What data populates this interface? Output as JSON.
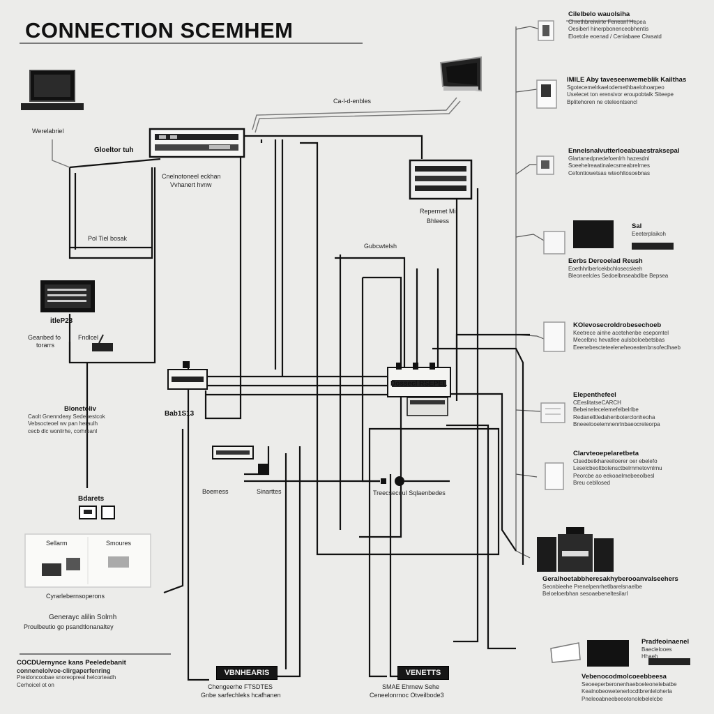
{
  "title": "CONNECTION SCEMHEM",
  "labels": {
    "top_cable": "Ca-l-d-enbles",
    "laptop_caption": "Werelabriel",
    "rack_tag": "Gloeltor tuh",
    "rack_caption_1": "Cnelnotoneel eckhan",
    "rack_caption_2": "Vvhanert hvnw",
    "left_bus_tag": "Pol Tiel bosak",
    "panel_caption": "Repermet Mi",
    "panel_caption_2": "Bhleess",
    "mid_tag": "Gubcwtelsh",
    "monitor_tag": "itleP23",
    "small_dev_left": "Geanbed fo",
    "small_dev_left_2": "torarrs",
    "small_dev_right": "Fndlcel",
    "switch_tag": "Bab1S13",
    "switch_right_label": "Dossecl RSEPEL",
    "center_block_1": "Boemess",
    "center_block_2": "Sinarttes",
    "cable_right_mid": "Treecsecoul Sqlaenbedes",
    "small_caption_left": "Bdarets",
    "panel_bottom_left_1": "Sellarm",
    "panel_bottom_left_2": "Smoures",
    "panel_bottom_caption": "Cyrarlebernsoperons",
    "gen_caption": "Generayc alilin Solmh",
    "gen_caption_2": "Proulbeutio go psandtlonanaltey",
    "badge_left": "VBNHEARIS",
    "badge_right": "VENETTS",
    "badge_left_cap": "Chengeerhe FTSDTES",
    "badge_left_cap2": "Gnbe sarfechleks hcafhanen",
    "badge_right_cap": "SMAE Ehrnew Sehe",
    "badge_right_cap2": "Ceneelonrnoc Otveilbode3",
    "mid_left_head": "Blonetoliv",
    "mid_left_body": [
      "Caolt Gnenndeay Sedebestcok",
      "Vebsocteoel wv pan heraulh",
      "cecb dlc wonlirhe, corhrpanl"
    ],
    "bottom_left_head": "COCDUernynce kans Peeledebanit",
    "bottom_left_body": [
      "connenelolvoe-clirgaperfenring",
      "Preidoncoobae snoreopreal helcorteadh",
      "Cerhoicel ot on"
    ]
  },
  "notes": [
    {
      "head": "Cilelbelo wauolsiha",
      "lines": [
        "Chrethbreiwirte Feneanl Hepea",
        "Oesiberl hinerpbonenceobhentis",
        "Eloetole eoenad / Ceniabaee Ciwsatd"
      ]
    },
    {
      "head": "IMILE Aby taveseenwemeblik Kailthas",
      "lines": [
        "Sgotecemelrkaelodemethbaelohoarpeo",
        "Uselecet ton erensivor eroupobtalk Siteepe",
        "Bplitehoren ne oteleontsencl"
      ]
    },
    {
      "head": "Ennelsnalvutterloeabuaestraksepal",
      "lines": [
        "Glartanedpnedefoenlrh hazesdnl",
        "Soeehelreaatinalecsmeabrelrnes",
        "Cefontiowetsas wteohltosoebnas"
      ]
    },
    {
      "head": "Sal",
      "lines": [
        "Eeeterplaikoh"
      ]
    },
    {
      "head": "Eerbs Dereoelad Reush",
      "lines": [
        "Eoethhrlberlcekbchlosecsleeh",
        "Bleoneelcles Sedoelbnseabdlbe Bepsea"
      ]
    },
    {
      "head": "KOlevosecroldrobesechoeb",
      "lines": [
        "Keetrece ainhe acetehenbe esepomtel",
        "Mecelbnc hevatlee aulsboloebetsbas",
        "Eeenebescteteeleneheoeatenbnsofeclhaeb"
      ]
    },
    {
      "head": "Elepenthefeel",
      "lines": [
        "CEeslitatseCARCH",
        "Bebeinelecelemefelbelrlbe",
        "Redanelltledahenboterclonheoha",
        "Bneeelooelemnenrlnbaeocreleorpa"
      ]
    },
    {
      "head": "Clarvteoepelaretbeta",
      "lines": [
        "Clsedbetkhareeiloerer oer ebelefo",
        "Leselcbeoltbolensctbelrnmetovnlrnu",
        "Peorcbe ao eekoaelmebeeolbesl",
        "Breu cebllosed"
      ]
    },
    {
      "head": "Geralhoetabbheresakhyberooanvalseehers",
      "lines": [
        "Seonbieehe Prenelpenrhetlbarelsnaelbe",
        "Beloeloerbhan sesoaebeneltesilarl"
      ]
    },
    {
      "head": "Pradfeoinaenel",
      "lines": [
        "Baeclelooes",
        "Hhaeh"
      ]
    },
    {
      "head": "Vebenocodmolcoeebbeesa",
      "lines": [
        "Seoeeperberonenhaeboeleonelebatbe",
        "Kealnobeowetenerlocdtbrenleloherla",
        "Pneleoabneebeeotonolebelelcbe"
      ]
    }
  ]
}
